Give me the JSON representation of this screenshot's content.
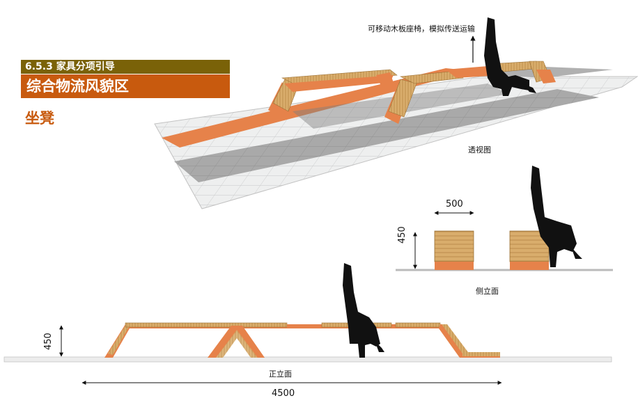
{
  "header": {
    "section": "6.5.3 家具分项引导",
    "title": "综合物流风貌区",
    "subtitle": "坐凳"
  },
  "annotations": {
    "movable_seat": "可移动木板座椅，模拟传送运输",
    "perspective": "透视图",
    "side_elevation": "侧立面",
    "front_elevation": "正立面"
  },
  "dimensions": {
    "side_width": "500",
    "side_height": "450",
    "front_height": "450",
    "front_length": "4500"
  },
  "colors": {
    "wood": "#d4a464",
    "wood_dark": "#a97a3c",
    "orange": "#e6824a",
    "orange_dark": "#c85a0e",
    "paving": "#e9eaea",
    "paving_dark": "#9d9d9d"
  }
}
